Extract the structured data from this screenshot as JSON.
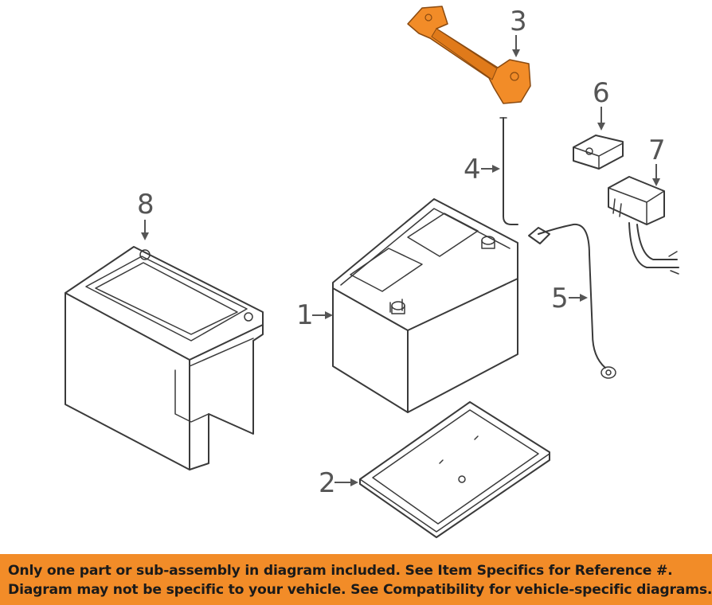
{
  "diagram": {
    "callouts": [
      "1",
      "2",
      "3",
      "4",
      "5",
      "6",
      "7",
      "8"
    ],
    "highlight_color": "#f28c28",
    "highlighted_part": "3"
  },
  "notice": {
    "line1": "Only one part or sub-assembly in diagram included. See Item Specifics for Reference #.",
    "line2": "Diagram may not be specific to your vehicle. See Compatibility for vehicle-specific diagrams.",
    "background": "#f28c28"
  }
}
